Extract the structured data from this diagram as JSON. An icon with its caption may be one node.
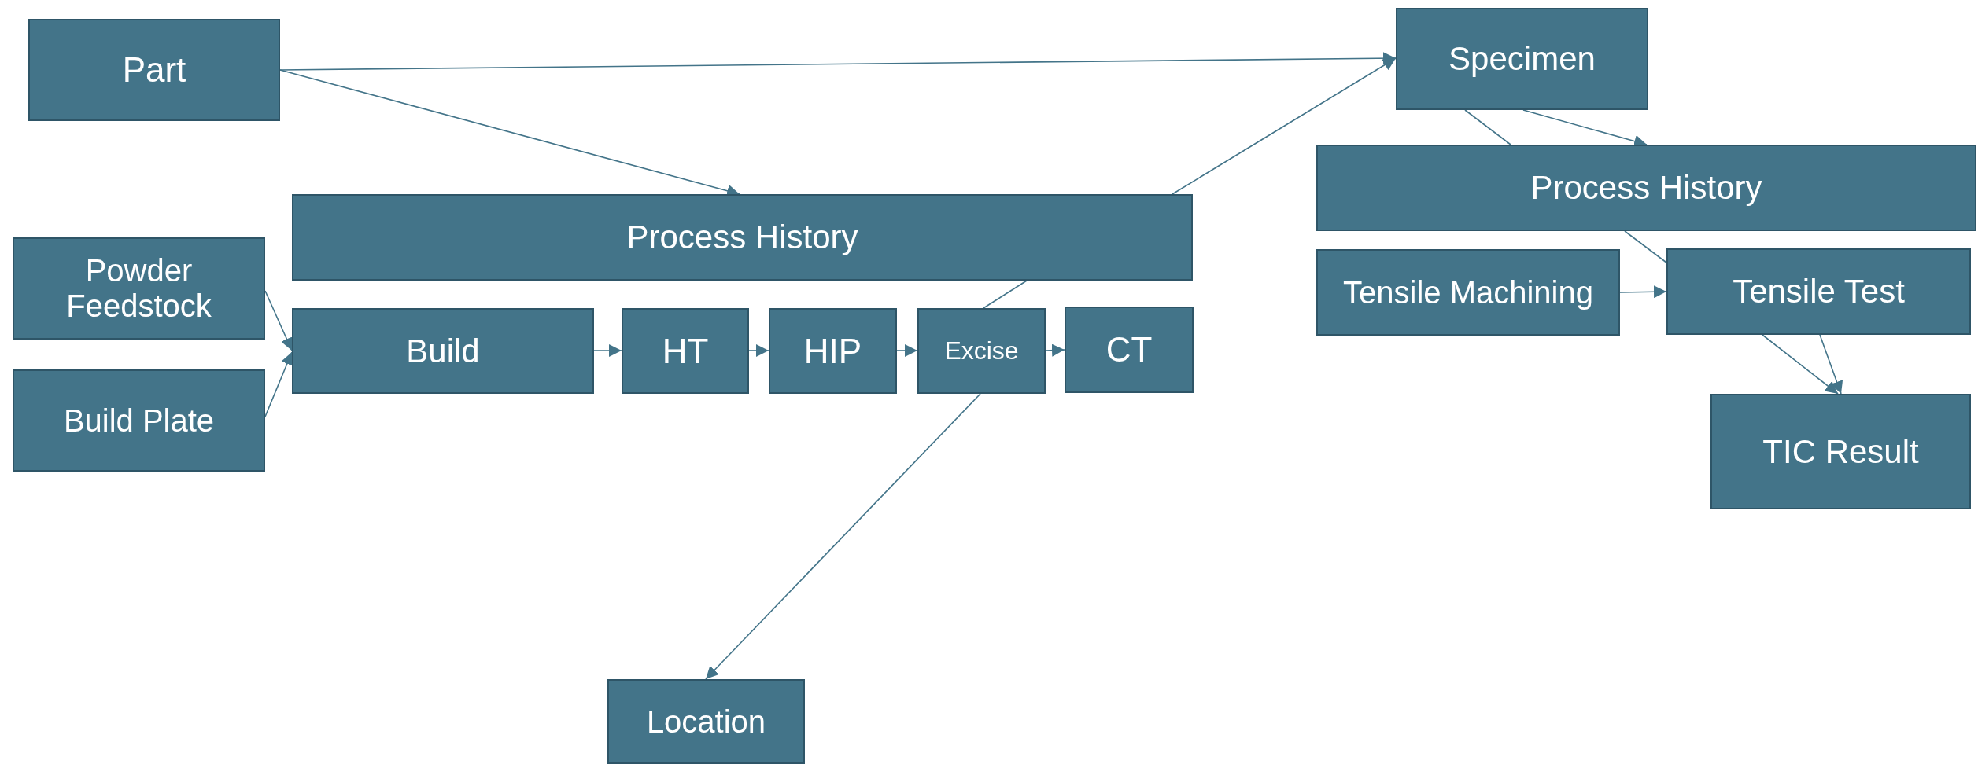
{
  "diagram": {
    "nodes": [
      {
        "text": [
          "Part"
        ]
      },
      {
        "text": [
          "Powder Feedstock"
        ]
      },
      {
        "text": [
          "Build Plate"
        ]
      },
      {
        "text": [
          "Process History"
        ]
      },
      {
        "text": [
          "Build"
        ]
      },
      {
        "text": [
          "HT"
        ]
      },
      {
        "text": [
          "HIP"
        ]
      },
      {
        "text": [
          "Excise"
        ]
      },
      {
        "text": [
          "CT"
        ]
      },
      {
        "text": [
          "Location"
        ]
      },
      {
        "text": [
          "Specimen"
        ]
      },
      {
        "text": [
          "Process History"
        ]
      },
      {
        "text": [
          "Tensile Machining"
        ]
      },
      {
        "text": [
          "Tensile Test"
        ]
      },
      {
        "text": [
          "TIC Result"
        ]
      }
    ],
    "edges": [
      {
        "from": 0,
        "to": 10,
        "arrow": "to"
      },
      {
        "from": 0,
        "to": 3,
        "arrow": "to"
      },
      {
        "from": 1,
        "to": 4,
        "arrow": "to"
      },
      {
        "from": 2,
        "to": 4,
        "arrow": "to"
      },
      {
        "from": 4,
        "to": 5,
        "arrow": "to"
      },
      {
        "from": 5,
        "to": 6,
        "arrow": "to"
      },
      {
        "from": 6,
        "to": 7,
        "arrow": "to"
      },
      {
        "from": 7,
        "to": 8,
        "arrow": "to"
      },
      {
        "from": 7,
        "to": 3,
        "arrow": "none"
      },
      {
        "from": 3,
        "to": 10,
        "arrow": "to"
      },
      {
        "from": 7,
        "to": 9,
        "arrow": "to"
      },
      {
        "from": 10,
        "to": 11,
        "arrow": "to"
      },
      {
        "from": 10,
        "to": 11,
        "arrow": "none"
      },
      {
        "from": 11,
        "to": 13,
        "arrow": "none"
      },
      {
        "from": 12,
        "to": 13,
        "arrow": "to"
      },
      {
        "from": 13,
        "to": 14,
        "arrow": "to"
      },
      {
        "from": 13,
        "to": 14,
        "arrow": "to"
      }
    ]
  }
}
